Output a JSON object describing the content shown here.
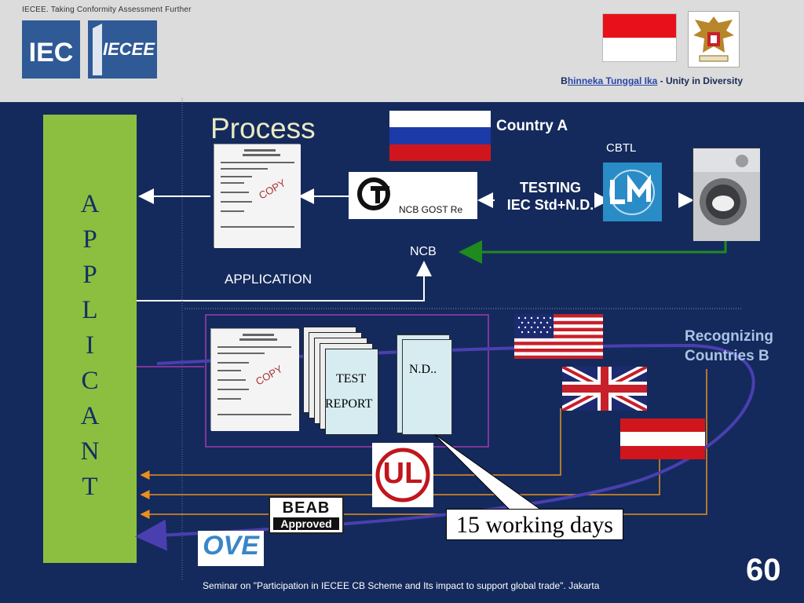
{
  "header": {
    "tagline": "IECEE. Taking Conformity Assessment Further",
    "motto_first_letter": "B",
    "motto_underlined": "hinneka Tunggal Ika",
    "motto_rest": " - Unity in Diversity"
  },
  "logos": {
    "iec": "IEC",
    "iecee": "IECEE",
    "ul": "UL",
    "beab_top": "BEAB",
    "beab_bottom": "Approved",
    "ove": "OVE"
  },
  "applicant": {
    "letters": [
      "A",
      "P",
      "P",
      "L",
      "I",
      "C",
      "A",
      "N",
      "T"
    ]
  },
  "process": {
    "title": "Process",
    "country_a": "Country A",
    "cbtl": "CBTL",
    "gost_label": "NCB GOST Re",
    "testing_line1": "TESTING",
    "testing_line2": "IEC Std+N.D.",
    "ncb": "NCB",
    "application": "APPLICATION",
    "recognizing_line1": "Recognizing",
    "recognizing_line2": "Countries B",
    "test_label": "TEST",
    "report_label": "REPORT",
    "nd_label": "N.D..",
    "callout": "15 working days"
  },
  "footer": {
    "seminar": "Seminar on \"Participation in IECEE CB Scheme and Its impact to support global trade\". Jakarta",
    "page_number": "60"
  },
  "colors": {
    "background": "#142a5c",
    "header": "#dcdcdc",
    "applicant_panel": "#8cbf3f",
    "applicant_text": "#123064",
    "ncb_arrow": "#1f8a1f",
    "flow_arrow": "#4a3fb0",
    "orange_line": "#e8901c"
  }
}
